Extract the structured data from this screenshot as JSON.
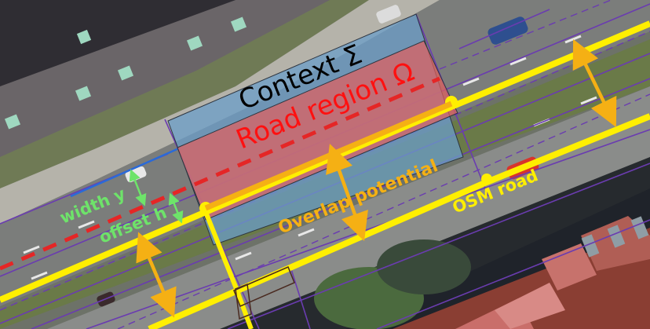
{
  "figure": {
    "description": "Aerial image with road segmentation annotations",
    "labels": {
      "context": "Context Σ",
      "road_region": "Road region Ω",
      "width": "width y",
      "offset": "offset h",
      "overlap": "Overlap potential",
      "osm_road": "OSM road"
    }
  },
  "colors": {
    "context_fill": "#6b9ec8",
    "road_region_fill": "#e0605e",
    "road_region_text": "#ff1010",
    "context_text": "#000000",
    "osm_road": "#ffef00",
    "overlap_arrow": "#f5b014",
    "width_offset": "#6ee36a",
    "purple_lines": "#6a3cb0",
    "centerline_dash": "#e52626"
  }
}
